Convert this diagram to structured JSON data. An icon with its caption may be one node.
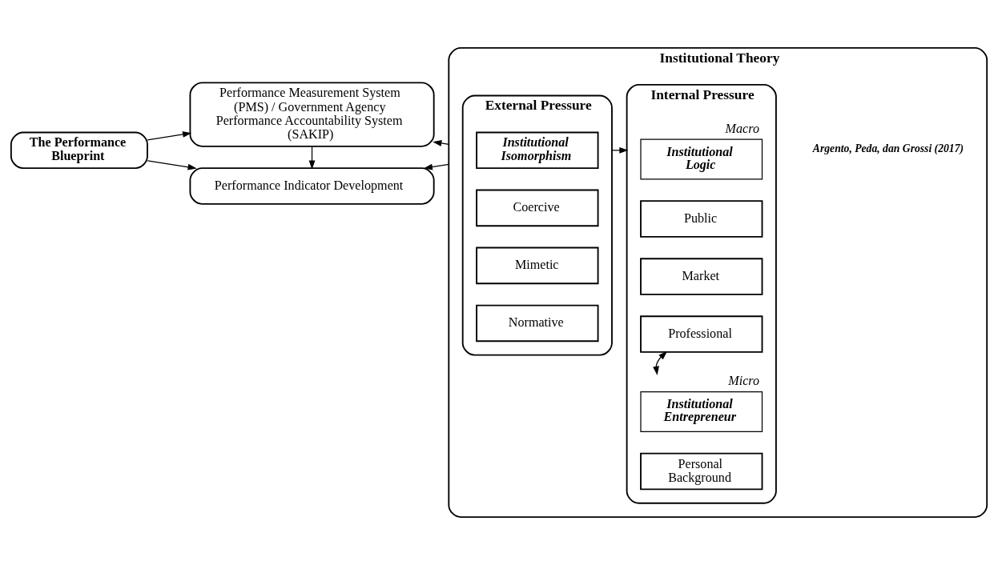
{
  "diagram": {
    "nodes": [
      {
        "text": [
          "The Performance Blueprint"
        ]
      },
      {
        "text": [
          "Performance Measurement System (PMS) / Government Agency Performance Accountability System (SAKIP)"
        ]
      },
      {
        "text": [
          "Performance Indicator Development"
        ]
      },
      {
        "text": [
          "Institutional Theory"
        ]
      },
      {
        "text": [
          "External Pressure"
        ],
        "in": 3
      },
      {
        "text": [
          "Institutional Isomorphism"
        ],
        "in": 4
      },
      {
        "text": [
          "Coercive"
        ],
        "in": 4
      },
      {
        "text": [
          "Mimetic"
        ],
        "in": 4
      },
      {
        "text": [
          "Normative"
        ],
        "in": 4
      },
      {
        "text": [
          "Internal Pressure"
        ],
        "in": 3
      },
      {
        "text": [
          "Institutional Logic"
        ],
        "in": 9,
        "beside": [
          "Macro"
        ]
      },
      {
        "text": [
          "Public"
        ],
        "in": 9
      },
      {
        "text": [
          "Market"
        ],
        "in": 9
      },
      {
        "text": [
          "Professional"
        ],
        "in": 9
      },
      {
        "text": [
          "Institutional Entrepreneur"
        ],
        "in": 9,
        "beside": [
          "Micro"
        ]
      },
      {
        "text": [
          "Personal Background"
        ],
        "in": 9
      }
    ],
    "edges": [
      {
        "from": 0,
        "to": 1,
        "arrow": "to"
      },
      {
        "from": 0,
        "to": 2,
        "arrow": "to"
      },
      {
        "from": 1,
        "to": 2,
        "arrow": "to"
      },
      {
        "from": 3,
        "to": 1,
        "arrow": "to"
      },
      {
        "from": 3,
        "to": 2,
        "arrow": "to"
      },
      {
        "from": 4,
        "to": 9,
        "arrow": "to"
      },
      {
        "from": 13,
        "to": 14,
        "arrow": "both"
      }
    ],
    "labels": [
      "Argento, Peda, dan Grossi (2017)"
    ]
  }
}
